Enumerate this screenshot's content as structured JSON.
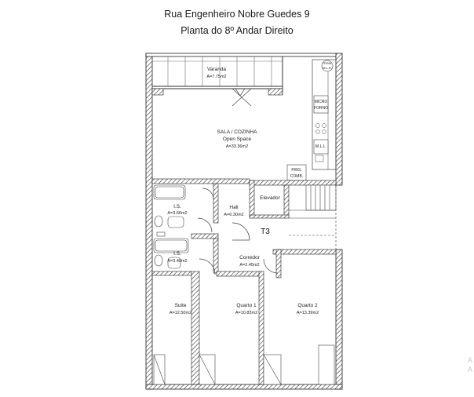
{
  "header": {
    "address": "Rua Engenheiro Nobre Guedes 9",
    "floor": "Planta do 8º Andar Direito"
  },
  "rooms": {
    "varanda": {
      "name": "Varanda",
      "area": "A=7.75m2"
    },
    "sala": {
      "name": "SALA / COZINHA",
      "sub": "Open Space",
      "area": "A=33.36m2"
    },
    "hall": {
      "name": "Hall",
      "area": "A=6.30m2"
    },
    "is1": {
      "name": "I.S.",
      "area": "A=3.66m2"
    },
    "is2": {
      "name": "I.S.",
      "area": "A=3.40m2"
    },
    "corredor": {
      "name": "Corredor",
      "area": "A=2.45m2"
    },
    "suite": {
      "name": "Suite",
      "area": "A=12.50m2"
    },
    "quarto1": {
      "name": "Quarto 1",
      "area": "A=10.83m2"
    },
    "quarto2": {
      "name": "Quarto 2",
      "area": "A=13.39m2"
    },
    "elevador": {
      "name": "Elevador"
    }
  },
  "appliances": {
    "termo_1": "TERM.",
    "termo_2": "M.L.R.",
    "micro_1": "MICRO",
    "micro_2": "FORNO",
    "mll": "M.L.L.",
    "frig_1": "FRIG.",
    "frig_2": "COMB."
  },
  "typology": "T3",
  "watermark": {
    "line1": "A",
    "line2": "A"
  }
}
